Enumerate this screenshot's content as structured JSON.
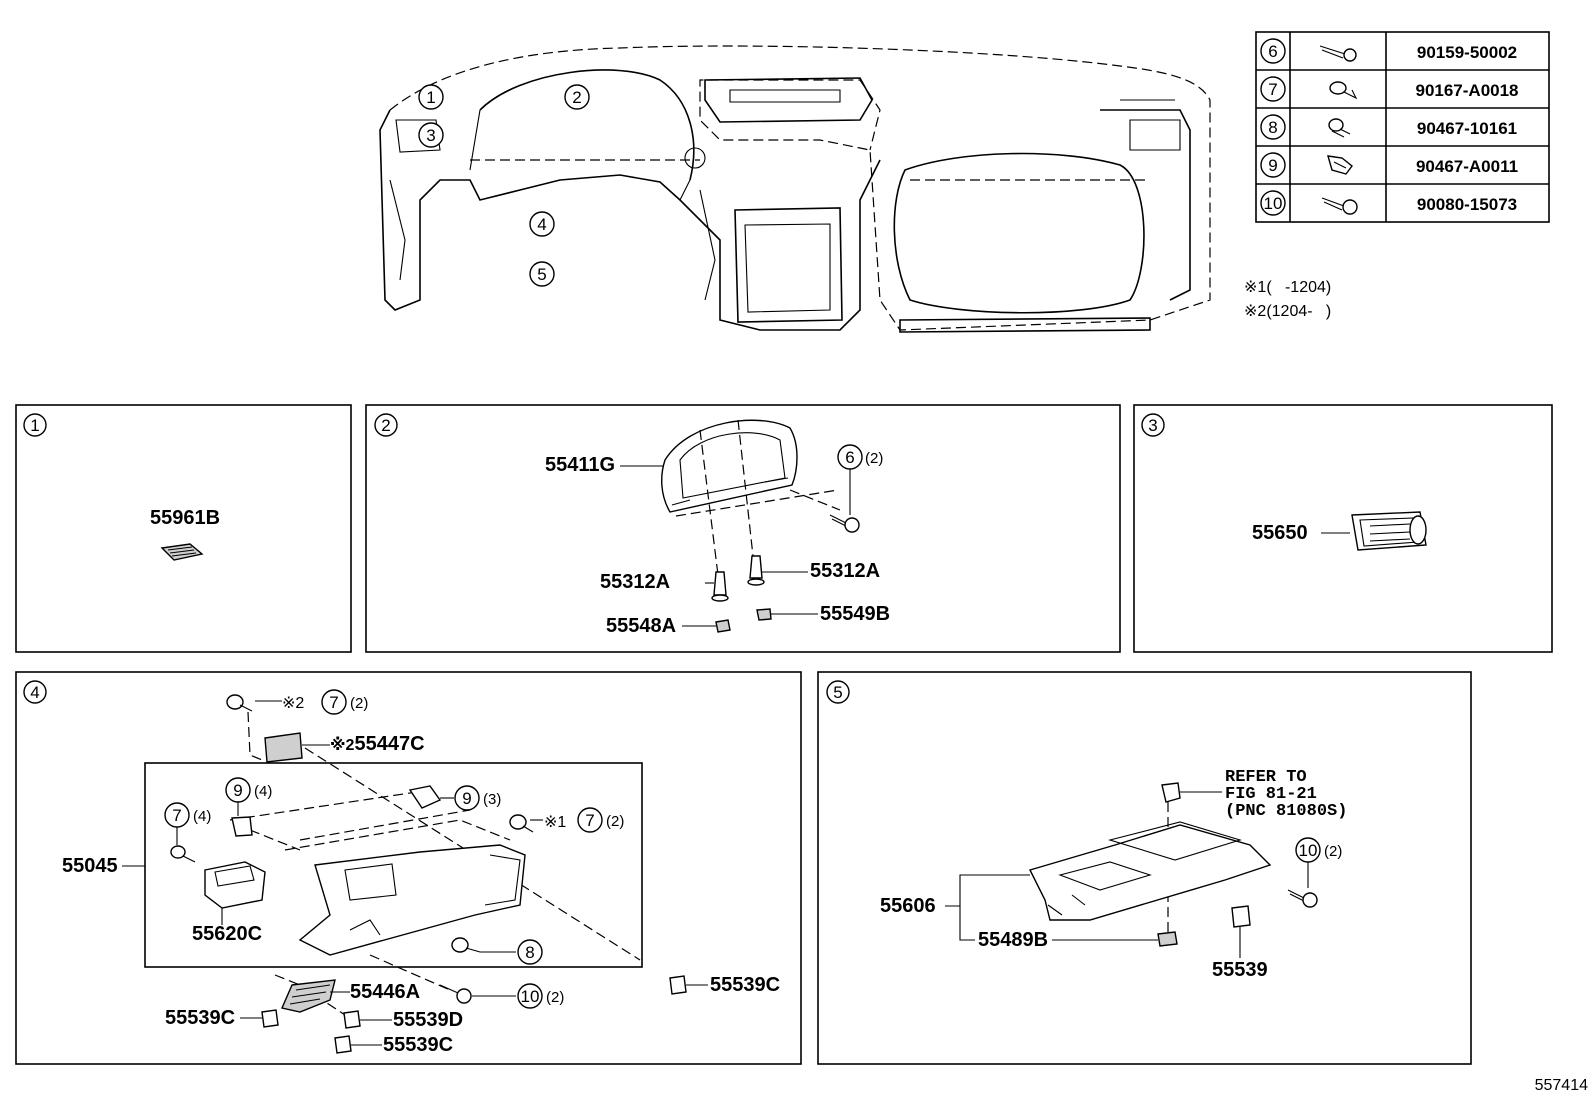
{
  "fastener_table": [
    {
      "ref": "6",
      "part": "90159-50002",
      "icon": "screw-icon"
    },
    {
      "ref": "7",
      "part": "90167-A0018",
      "icon": "clip-icon"
    },
    {
      "ref": "8",
      "part": "90467-10161",
      "icon": "clip-icon"
    },
    {
      "ref": "9",
      "part": "90467-A0011",
      "icon": "clip-icon"
    },
    {
      "ref": "10",
      "part": "90080-15073",
      "icon": "screw-icon"
    }
  ],
  "notes": [
    {
      "mark": "※1",
      "text": "(   -1204)"
    },
    {
      "mark": "※2",
      "text": "(1204-   )"
    }
  ],
  "overview_callouts": [
    "1",
    "2",
    "3",
    "4",
    "5"
  ],
  "panels": [
    {
      "id": "1",
      "parts": [
        "55961B"
      ]
    },
    {
      "id": "2",
      "parts": [
        "55411G",
        "55312A",
        "55312A",
        "55548A",
        "55549B"
      ],
      "fasteners": [
        {
          "ref": "6",
          "qty": "(2)"
        }
      ]
    },
    {
      "id": "3",
      "parts": [
        "55650"
      ]
    },
    {
      "id": "4",
      "parts": [
        "55447C",
        "55045",
        "55620C",
        "55446A",
        "55539C",
        "55539D",
        "55539C",
        "55539C"
      ],
      "mark_2": "※2",
      "mark_1": "※1",
      "fasteners": [
        {
          "ref": "7",
          "qty": "(2)"
        },
        {
          "ref": "9",
          "qty": "(4)"
        },
        {
          "ref": "9",
          "qty": "(3)"
        },
        {
          "ref": "7",
          "qty": "(4)"
        },
        {
          "ref": "7",
          "qty": "(2)"
        },
        {
          "ref": "8",
          "qty": ""
        },
        {
          "ref": "10",
          "qty": "(2)"
        }
      ]
    },
    {
      "id": "5",
      "parts": [
        "55606",
        "55489B",
        "55539"
      ],
      "refer": [
        "REFER TO",
        "FIG 81-21",
        "(PNC 81080S)"
      ],
      "fasteners": [
        {
          "ref": "10",
          "qty": "(2)"
        }
      ]
    }
  ],
  "figure_id": "557414"
}
